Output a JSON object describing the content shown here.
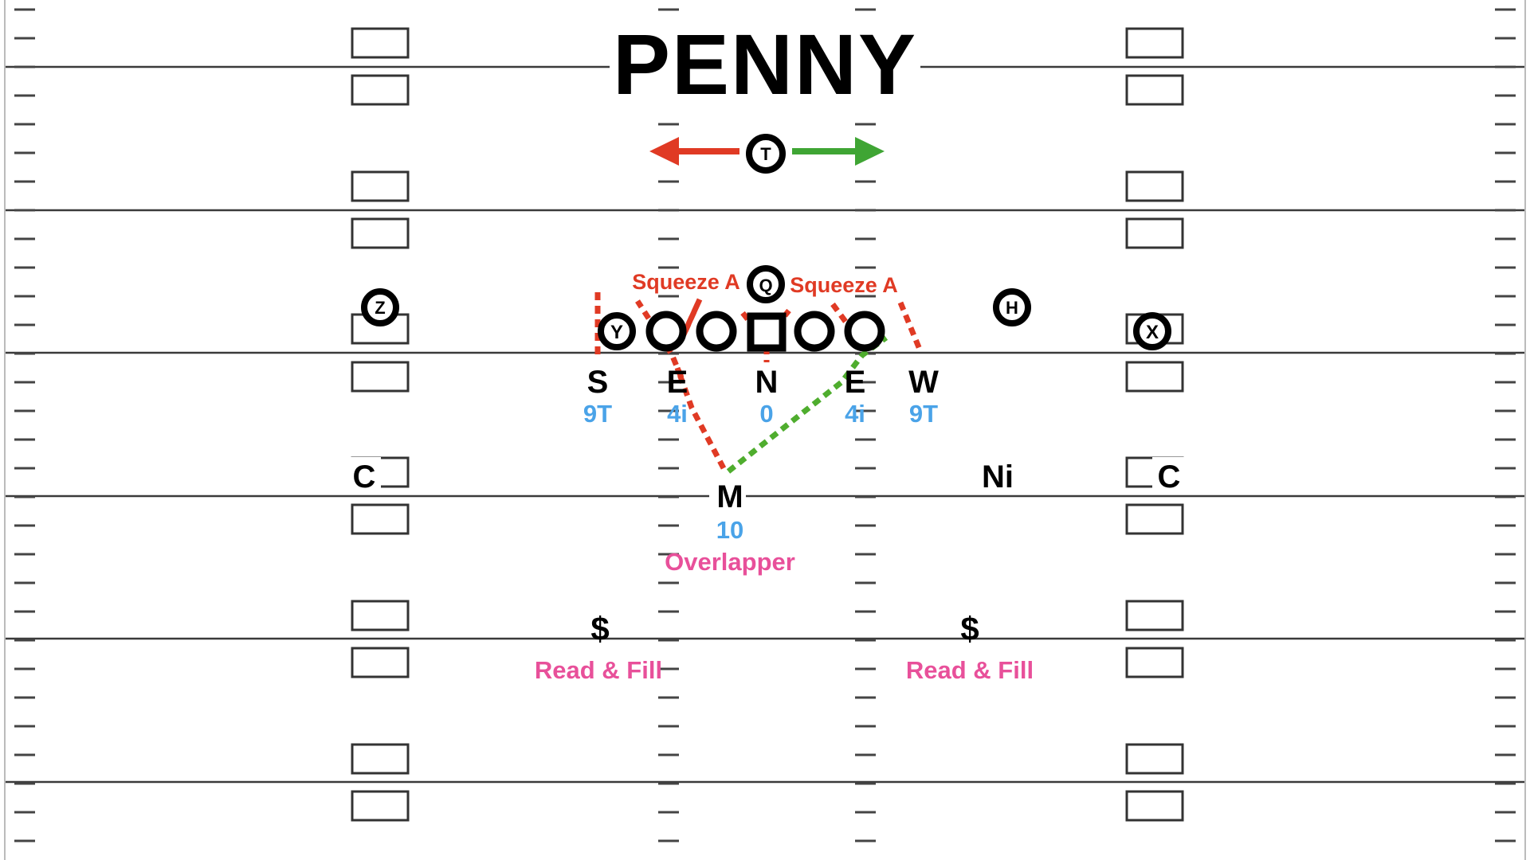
{
  "title": "PENNY",
  "offense": {
    "motion": {
      "player": "T"
    },
    "backs": [
      {
        "id": "q",
        "label": "Q"
      },
      {
        "id": "h",
        "label": "H"
      }
    ],
    "receivers": [
      {
        "id": "z",
        "label": "Z"
      },
      {
        "id": "y",
        "label": "Y"
      },
      {
        "id": "x",
        "label": "X"
      }
    ],
    "line": [
      {
        "id": "lg",
        "shape": "circle"
      },
      {
        "id": "lt",
        "shape": "circle"
      },
      {
        "id": "c",
        "shape": "square"
      },
      {
        "id": "rg",
        "shape": "circle"
      },
      {
        "id": "rt",
        "shape": "circle"
      }
    ]
  },
  "defense": {
    "front": [
      {
        "id": "s",
        "label": "S",
        "technique": "9T"
      },
      {
        "id": "e-left",
        "label": "E",
        "technique": "4i"
      },
      {
        "id": "n",
        "label": "N",
        "technique": "0"
      },
      {
        "id": "e-right",
        "label": "E",
        "technique": "4i"
      },
      {
        "id": "w",
        "label": "W",
        "technique": "9T"
      }
    ],
    "mike": {
      "label": "M",
      "technique": "10",
      "role": "Overlapper"
    },
    "nickel": {
      "label": "Ni"
    },
    "corners": [
      {
        "id": "c-left",
        "label": "C"
      },
      {
        "id": "c-right",
        "label": "C"
      }
    ],
    "safeties": [
      {
        "id": "s-left",
        "label": "$",
        "role": "Read & Fill"
      },
      {
        "id": "s-right",
        "label": "$",
        "role": "Read & Fill"
      }
    ]
  },
  "annotations": {
    "left_stunt": "Squeeze A",
    "right_stunt": "Squeeze A"
  },
  "colors": {
    "field_line": "#3a3a3a",
    "hash": "#444444",
    "text": "#000000",
    "technique": "#4aa3e8",
    "role": "#e8509a",
    "stunt": "#e03a24",
    "motion_left": "#e03a24",
    "motion_right": "#3fa534",
    "mike_path": "#4fad2e"
  }
}
